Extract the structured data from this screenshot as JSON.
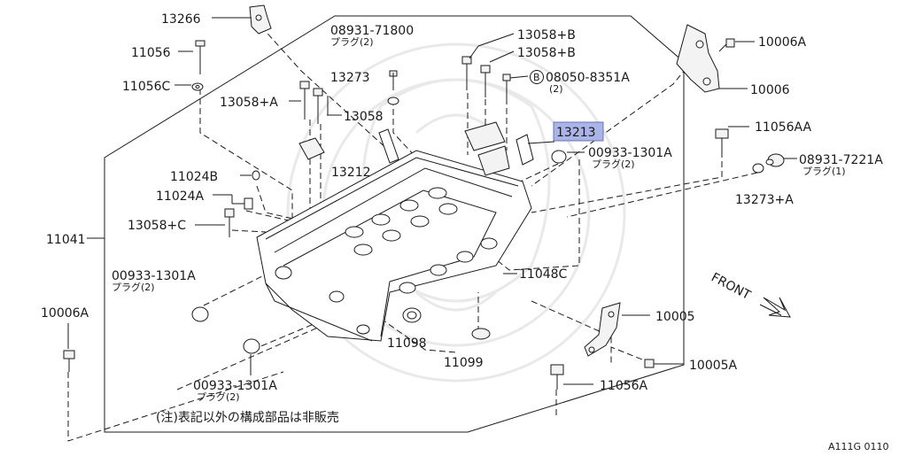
{
  "labels": {
    "p13266": "13266",
    "p11056": "11056",
    "p11056c": "11056C",
    "p08931_71800": "08931-71800",
    "p08931_71800_sub": "プラグ(2)",
    "p13273": "13273",
    "p13058b1": "13058+B",
    "p13058b2": "13058+B",
    "p08050": "08050-8351A",
    "p08050_circle": "B",
    "p08050_sub": "(2)",
    "p10006a_top": "10006A",
    "p10006": "10006",
    "p13058a": "13058+A",
    "p13058": "13058",
    "p13213": "13213",
    "p11056aa": "11056AA",
    "p00933_r": "00933-1301A",
    "p00933_r_sub": "プラグ(2)",
    "p08931_7221a": "08931-7221A",
    "p08931_7221a_sub": "プラグ(1)",
    "p13212": "13212",
    "p11024b": "11024B",
    "p11024a": "11024A",
    "p13058c": "13058+C",
    "p13273a": "13273+A",
    "p11041": "11041",
    "p00933_l": "00933-1301A",
    "p00933_l_sub": "プラグ(2)",
    "p11048c": "11048C",
    "p10006a_left": "10006A",
    "p10005": "10005",
    "p11098": "11098",
    "p11099": "11099",
    "p10005a": "10005A",
    "p11056a": "11056A",
    "p00933_b": "00933-1301A",
    "p00933_b_sub": "プラグ(2)",
    "front": "FRONT",
    "note": "(注)表記以外の構成部品は非販売",
    "figure_code": "A111G 0110"
  },
  "colors": {
    "highlight": "#aab4e6",
    "line": "#1a1a1a",
    "watermark": "#e9e9e9"
  }
}
